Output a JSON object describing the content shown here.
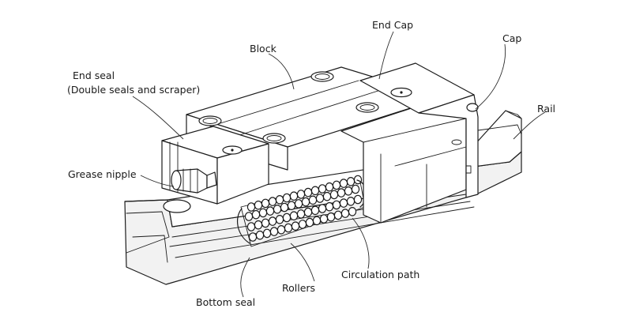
{
  "diagram": {
    "labels": {
      "end_cap": "End Cap",
      "block": "Block",
      "cap": "Cap",
      "end_seal_line1": "End seal",
      "end_seal_line2": "(Double seals and scraper)",
      "rail": "Rail",
      "grease_nipple": "Grease nipple",
      "circulation_path": "Circulation path",
      "rollers": "Rollers",
      "bottom_seal": "Bottom seal"
    },
    "colors": {
      "line": "#1c1c1c",
      "background": "#ffffff",
      "shading": "#f2f2f2"
    }
  }
}
